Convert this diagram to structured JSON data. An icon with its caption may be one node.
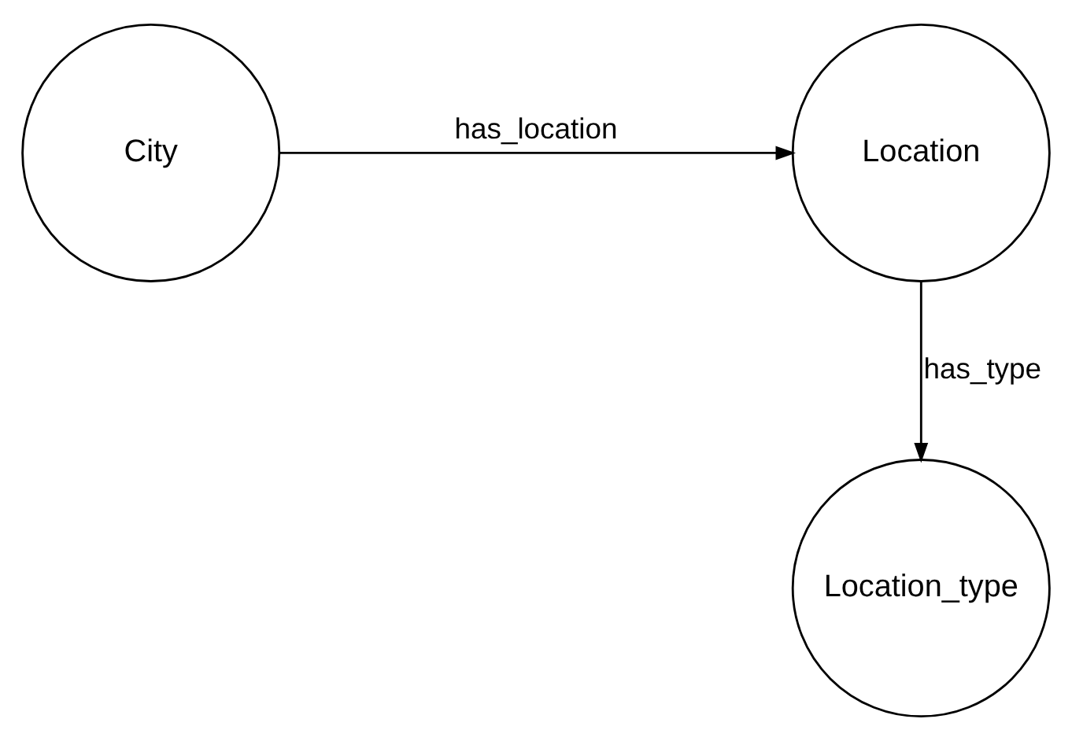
{
  "diagram": {
    "nodes": [
      {
        "text": [
          "Location"
        ]
      },
      {
        "text": [
          "City"
        ]
      },
      {
        "text": [
          "Location_type"
        ]
      }
    ],
    "edges": [
      {
        "from": 1,
        "to": 0,
        "arrow": "to",
        "label": "has_location"
      },
      {
        "from": 0,
        "to": 2,
        "arrow": "to",
        "label": "has_type"
      }
    ]
  }
}
